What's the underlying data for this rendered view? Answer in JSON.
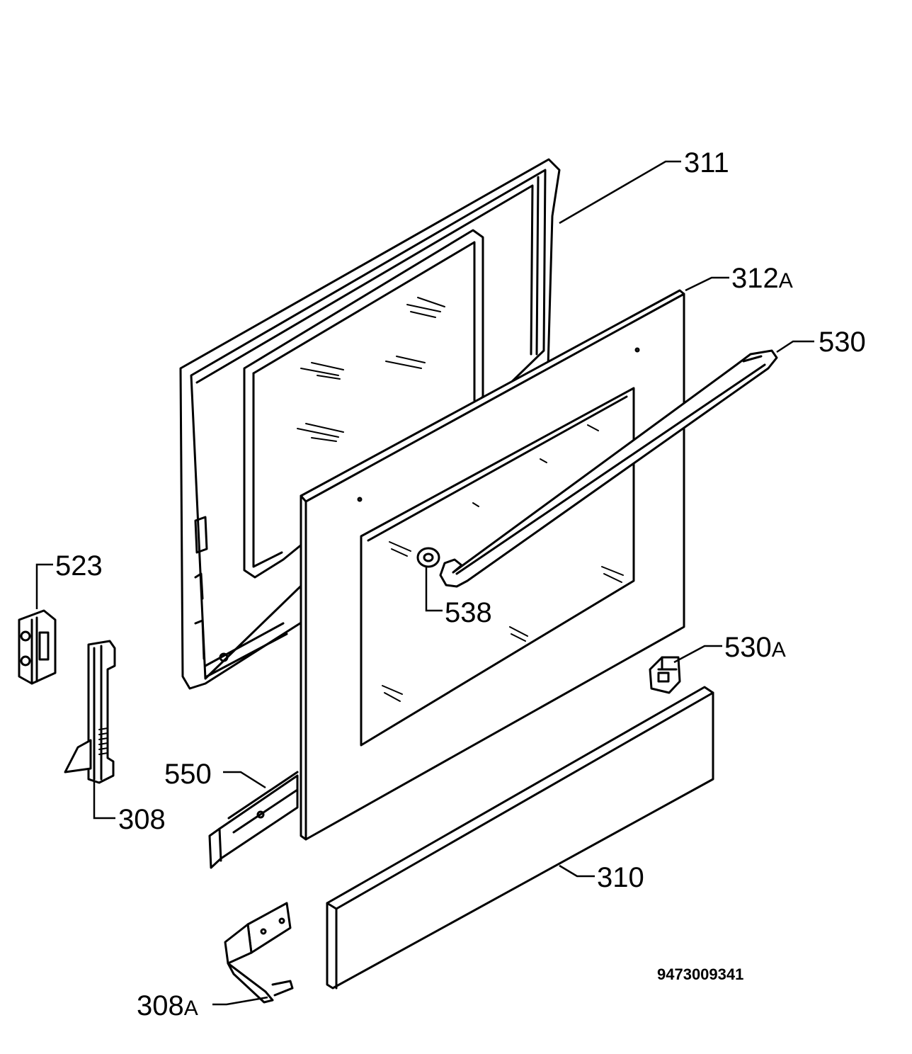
{
  "labels": {
    "p311": "311",
    "p312a_num": "312",
    "p312a_suf": "A",
    "p530": "530",
    "p523": "523",
    "p538": "538",
    "p530a_num": "530",
    "p530a_suf": "A",
    "p550": "550",
    "p308": "308",
    "p310": "310",
    "p308a_num": "308",
    "p308a_suf": "A"
  },
  "drawing_code": "9473009341"
}
